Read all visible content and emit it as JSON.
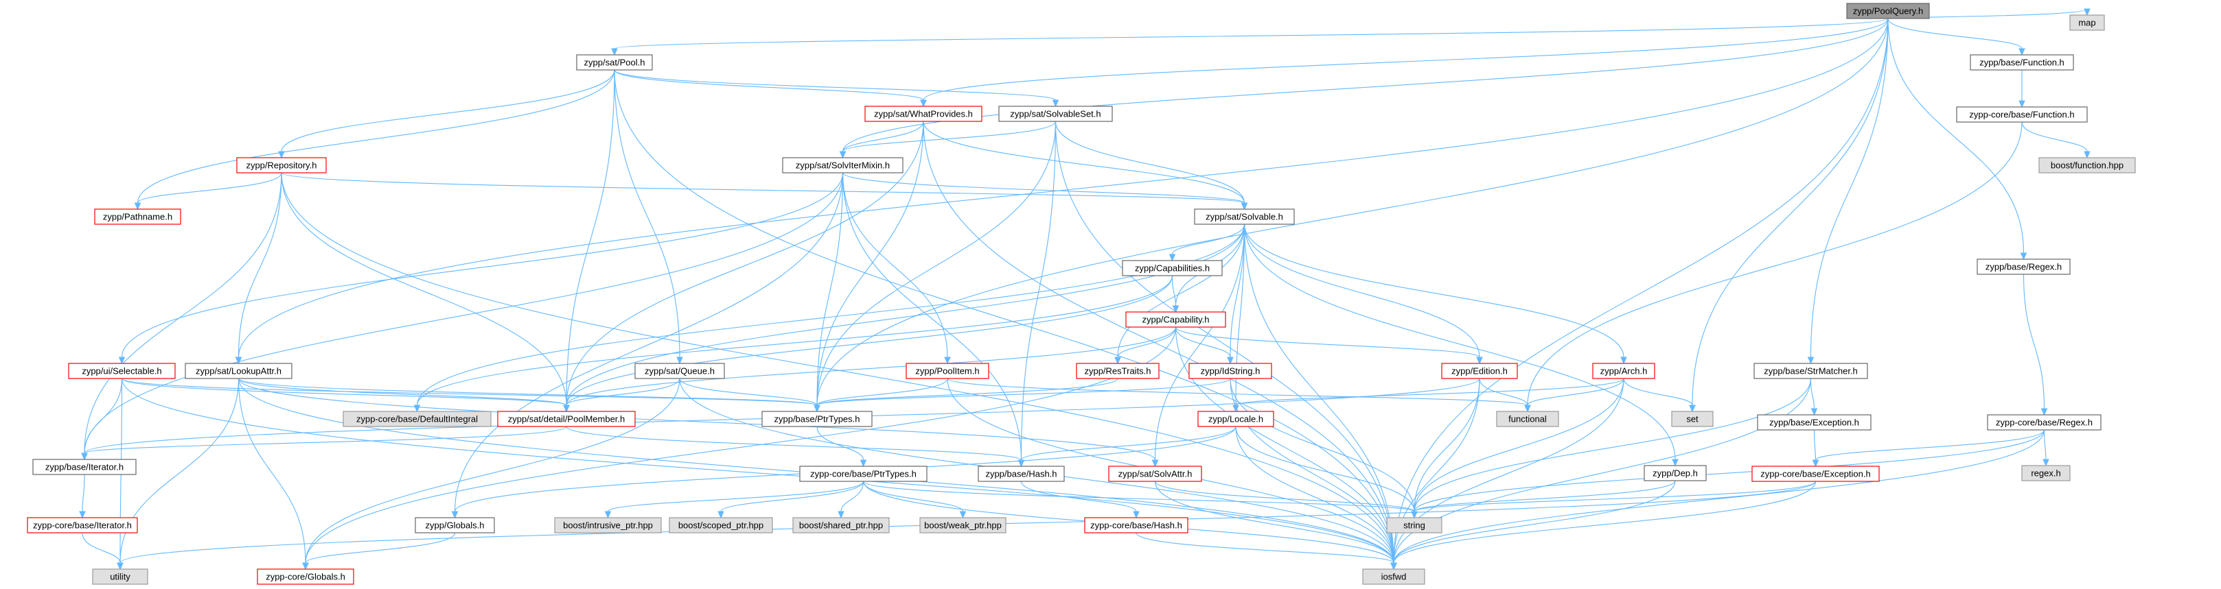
{
  "diagram": {
    "type": "include-dependency-graph",
    "colors": {
      "edge": "#63b8ff",
      "root_fill": "#999999",
      "node_fill": "#ffffff",
      "node_border": "#666666",
      "truncated_border": "#ff0000",
      "external_fill": "#e0e0e0",
      "external_border": "#999999",
      "text": "#000000"
    },
    "nodes": [
      {
        "id": "pool_query",
        "label": "zypp/PoolQuery.h",
        "kind": "root"
      },
      {
        "id": "map",
        "label": "map",
        "kind": "external"
      },
      {
        "id": "sat_pool",
        "label": "zypp/sat/Pool.h",
        "kind": "normal"
      },
      {
        "id": "base_function",
        "label": "zypp/base/Function.h",
        "kind": "normal"
      },
      {
        "id": "core_function",
        "label": "zypp-core/base/Function.h",
        "kind": "normal"
      },
      {
        "id": "boost_function",
        "label": "boost/function.hpp",
        "kind": "external"
      },
      {
        "id": "what_provides",
        "label": "zypp/sat/WhatProvides.h",
        "kind": "truncated"
      },
      {
        "id": "solvable_set",
        "label": "zypp/sat/SolvableSet.h",
        "kind": "normal"
      },
      {
        "id": "repository",
        "label": "zypp/Repository.h",
        "kind": "truncated"
      },
      {
        "id": "solv_iter_mixin",
        "label": "zypp/sat/SolvIterMixin.h",
        "kind": "normal"
      },
      {
        "id": "pathname",
        "label": "zypp/Pathname.h",
        "kind": "truncated"
      },
      {
        "id": "sat_solvable",
        "label": "zypp/sat/Solvable.h",
        "kind": "normal"
      },
      {
        "id": "base_regex",
        "label": "zypp/base/Regex.h",
        "kind": "normal"
      },
      {
        "id": "capabilities",
        "label": "zypp/Capabilities.h",
        "kind": "normal"
      },
      {
        "id": "capability",
        "label": "zypp/Capability.h",
        "kind": "truncated"
      },
      {
        "id": "ui_selectable",
        "label": "zypp/ui/Selectable.h",
        "kind": "truncated"
      },
      {
        "id": "lookup_attr",
        "label": "zypp/sat/LookupAttr.h",
        "kind": "normal"
      },
      {
        "id": "sat_queue",
        "label": "zypp/sat/Queue.h",
        "kind": "normal"
      },
      {
        "id": "pool_item",
        "label": "zypp/PoolItem.h",
        "kind": "truncated"
      },
      {
        "id": "res_traits",
        "label": "zypp/ResTraits.h",
        "kind": "truncated"
      },
      {
        "id": "id_string",
        "label": "zypp/IdString.h",
        "kind": "truncated"
      },
      {
        "id": "edition",
        "label": "zypp/Edition.h",
        "kind": "truncated"
      },
      {
        "id": "arch",
        "label": "zypp/Arch.h",
        "kind": "truncated"
      },
      {
        "id": "str_matcher",
        "label": "zypp/base/StrMatcher.h",
        "kind": "normal"
      },
      {
        "id": "default_integral",
        "label": "zypp-core/base/DefaultIntegral",
        "kind": "external"
      },
      {
        "id": "pool_member",
        "label": "zypp/sat/detail/PoolMember.h",
        "kind": "truncated"
      },
      {
        "id": "base_ptr_types",
        "label": "zypp/base/PtrTypes.h",
        "kind": "normal"
      },
      {
        "id": "locale",
        "label": "zypp/Locale.h",
        "kind": "truncated"
      },
      {
        "id": "functional",
        "label": "functional",
        "kind": "external"
      },
      {
        "id": "set",
        "label": "set",
        "kind": "external"
      },
      {
        "id": "base_exception",
        "label": "zypp/base/Exception.h",
        "kind": "normal"
      },
      {
        "id": "core_regex",
        "label": "zypp-core/base/Regex.h",
        "kind": "normal"
      },
      {
        "id": "regex_h",
        "label": "regex.h",
        "kind": "external"
      },
      {
        "id": "base_iterator",
        "label": "zypp/base/Iterator.h",
        "kind": "normal"
      },
      {
        "id": "core_ptr_types",
        "label": "zypp-core/base/PtrTypes.h",
        "kind": "normal"
      },
      {
        "id": "base_hash",
        "label": "zypp/base/Hash.h",
        "kind": "normal"
      },
      {
        "id": "solv_attr",
        "label": "zypp/sat/SolvAttr.h",
        "kind": "truncated"
      },
      {
        "id": "dep",
        "label": "zypp/Dep.h",
        "kind": "normal"
      },
      {
        "id": "core_exception",
        "label": "zypp-core/base/Exception.h",
        "kind": "truncated"
      },
      {
        "id": "core_iterator",
        "label": "zypp-core/base/Iterator.h",
        "kind": "truncated"
      },
      {
        "id": "boost_intrusive",
        "label": "boost/intrusive_ptr.hpp",
        "kind": "external"
      },
      {
        "id": "boost_scoped",
        "label": "boost/scoped_ptr.hpp",
        "kind": "external"
      },
      {
        "id": "boost_shared",
        "label": "boost/shared_ptr.hpp",
        "kind": "external"
      },
      {
        "id": "boost_weak",
        "label": "boost/weak_ptr.hpp",
        "kind": "external"
      },
      {
        "id": "globals",
        "label": "zypp/Globals.h",
        "kind": "normal"
      },
      {
        "id": "string",
        "label": "string",
        "kind": "external"
      },
      {
        "id": "core_hash",
        "label": "zypp-core/base/Hash.h",
        "kind": "truncated"
      },
      {
        "id": "utility",
        "label": "utility",
        "kind": "external"
      },
      {
        "id": "core_globals",
        "label": "zypp-core/Globals.h",
        "kind": "truncated"
      },
      {
        "id": "iosfwd",
        "label": "iosfwd",
        "kind": "external"
      }
    ],
    "edges": [
      [
        "pool_query",
        "map"
      ],
      [
        "pool_query",
        "sat_pool"
      ],
      [
        "pool_query",
        "base_function"
      ],
      [
        "pool_query",
        "base_regex"
      ],
      [
        "pool_query",
        "str_matcher"
      ],
      [
        "pool_query",
        "set"
      ],
      [
        "pool_query",
        "iosfwd"
      ],
      [
        "pool_query",
        "lookup_attr"
      ],
      [
        "pool_query",
        "solv_iter_mixin"
      ],
      [
        "pool_query",
        "base_ptr_types"
      ],
      [
        "pool_query",
        "what_provides"
      ],
      [
        "base_function",
        "core_function"
      ],
      [
        "core_function",
        "boost_function"
      ],
      [
        "core_function",
        "functional"
      ],
      [
        "base_regex",
        "core_regex"
      ],
      [
        "core_regex",
        "regex_h"
      ],
      [
        "core_regex",
        "string"
      ],
      [
        "core_regex",
        "iosfwd"
      ],
      [
        "core_regex",
        "core_exception"
      ],
      [
        "str_matcher",
        "base_exception"
      ],
      [
        "str_matcher",
        "string"
      ],
      [
        "str_matcher",
        "iosfwd"
      ],
      [
        "base_exception",
        "core_exception"
      ],
      [
        "core_exception",
        "string"
      ],
      [
        "core_exception",
        "iosfwd"
      ],
      [
        "core_exception",
        "utility"
      ],
      [
        "sat_pool",
        "what_provides"
      ],
      [
        "sat_pool",
        "solvable_set"
      ],
      [
        "sat_pool",
        "repository"
      ],
      [
        "sat_pool",
        "pathname"
      ],
      [
        "sat_pool",
        "sat_queue"
      ],
      [
        "sat_pool",
        "pool_member"
      ],
      [
        "sat_pool",
        "iosfwd"
      ],
      [
        "what_provides",
        "solv_iter_mixin"
      ],
      [
        "what_provides",
        "sat_solvable"
      ],
      [
        "what_provides",
        "base_ptr_types"
      ],
      [
        "what_provides",
        "pool_member"
      ],
      [
        "what_provides",
        "iosfwd"
      ],
      [
        "solvable_set",
        "solv_iter_mixin"
      ],
      [
        "solvable_set",
        "sat_solvable"
      ],
      [
        "solvable_set",
        "base_ptr_types"
      ],
      [
        "solvable_set",
        "base_hash"
      ],
      [
        "solvable_set",
        "iosfwd"
      ],
      [
        "repository",
        "pathname"
      ],
      [
        "repository",
        "sat_solvable"
      ],
      [
        "repository",
        "lookup_attr"
      ],
      [
        "repository",
        "base_iterator"
      ],
      [
        "repository",
        "pool_member"
      ],
      [
        "repository",
        "iosfwd"
      ],
      [
        "solv_iter_mixin",
        "sat_solvable"
      ],
      [
        "solv_iter_mixin",
        "base_ptr_types"
      ],
      [
        "solv_iter_mixin",
        "pool_item"
      ],
      [
        "solv_iter_mixin",
        "base_hash"
      ],
      [
        "solv_iter_mixin",
        "ui_selectable"
      ],
      [
        "solv_iter_mixin",
        "base_iterator"
      ],
      [
        "solv_iter_mixin",
        "globals"
      ],
      [
        "sat_solvable",
        "capabilities"
      ],
      [
        "sat_solvable",
        "capability"
      ],
      [
        "sat_solvable",
        "res_traits"
      ],
      [
        "sat_solvable",
        "id_string"
      ],
      [
        "sat_solvable",
        "edition"
      ],
      [
        "sat_solvable",
        "arch"
      ],
      [
        "sat_solvable",
        "pool_member"
      ],
      [
        "sat_solvable",
        "locale"
      ],
      [
        "sat_solvable",
        "dep"
      ],
      [
        "sat_solvable",
        "solv_attr"
      ],
      [
        "sat_solvable",
        "iosfwd"
      ],
      [
        "sat_solvable",
        "default_integral"
      ],
      [
        "capabilities",
        "capability"
      ],
      [
        "capabilities",
        "default_integral"
      ],
      [
        "capabilities",
        "pool_member"
      ],
      [
        "capability",
        "id_string"
      ],
      [
        "capability",
        "edition"
      ],
      [
        "capability",
        "res_traits"
      ],
      [
        "capability",
        "pool_member"
      ],
      [
        "capability",
        "iosfwd"
      ],
      [
        "capability",
        "core_globals"
      ],
      [
        "ui_selectable",
        "base_ptr_types"
      ],
      [
        "ui_selectable",
        "base_iterator"
      ],
      [
        "ui_selectable",
        "iosfwd"
      ],
      [
        "ui_selectable",
        "pool_member"
      ],
      [
        "ui_selectable",
        "utility"
      ],
      [
        "lookup_attr",
        "pool_member"
      ],
      [
        "lookup_attr",
        "base_ptr_types"
      ],
      [
        "lookup_attr",
        "solv_attr"
      ],
      [
        "lookup_attr",
        "utility"
      ],
      [
        "lookup_attr",
        "iosfwd"
      ],
      [
        "lookup_attr",
        "core_globals"
      ],
      [
        "sat_queue",
        "pool_member"
      ],
      [
        "sat_queue",
        "base_ptr_types"
      ],
      [
        "sat_queue",
        "iosfwd"
      ],
      [
        "sat_queue",
        "core_globals"
      ],
      [
        "pool_item",
        "base_ptr_types"
      ],
      [
        "pool_item",
        "functional"
      ],
      [
        "pool_item",
        "iosfwd"
      ],
      [
        "res_traits",
        "base_ptr_types"
      ],
      [
        "id_string",
        "base_ptr_types"
      ],
      [
        "id_string",
        "string"
      ],
      [
        "id_string",
        "iosfwd"
      ],
      [
        "edition",
        "functional"
      ],
      [
        "edition",
        "string"
      ],
      [
        "edition",
        "iosfwd"
      ],
      [
        "edition",
        "base_iterator"
      ],
      [
        "arch",
        "set"
      ],
      [
        "arch",
        "functional"
      ],
      [
        "arch",
        "string"
      ],
      [
        "arch",
        "iosfwd"
      ],
      [
        "arch",
        "locale"
      ],
      [
        "pool_member",
        "base_iterator"
      ],
      [
        "pool_member",
        "base_hash"
      ],
      [
        "base_ptr_types",
        "core_ptr_types"
      ],
      [
        "locale",
        "string"
      ],
      [
        "locale",
        "iosfwd"
      ],
      [
        "locale",
        "base_hash"
      ],
      [
        "locale",
        "globals"
      ],
      [
        "core_ptr_types",
        "boost_intrusive"
      ],
      [
        "core_ptr_types",
        "boost_scoped"
      ],
      [
        "core_ptr_types",
        "boost_shared"
      ],
      [
        "core_ptr_types",
        "boost_weak"
      ],
      [
        "core_ptr_types",
        "string"
      ],
      [
        "core_ptr_types",
        "iosfwd"
      ],
      [
        "base_iterator",
        "core_iterator"
      ],
      [
        "core_iterator",
        "utility"
      ],
      [
        "base_hash",
        "core_hash"
      ],
      [
        "core_hash",
        "iosfwd"
      ],
      [
        "solv_attr",
        "string"
      ],
      [
        "solv_attr",
        "iosfwd"
      ],
      [
        "dep",
        "string"
      ],
      [
        "dep",
        "iosfwd"
      ],
      [
        "globals",
        "core_globals"
      ]
    ]
  }
}
